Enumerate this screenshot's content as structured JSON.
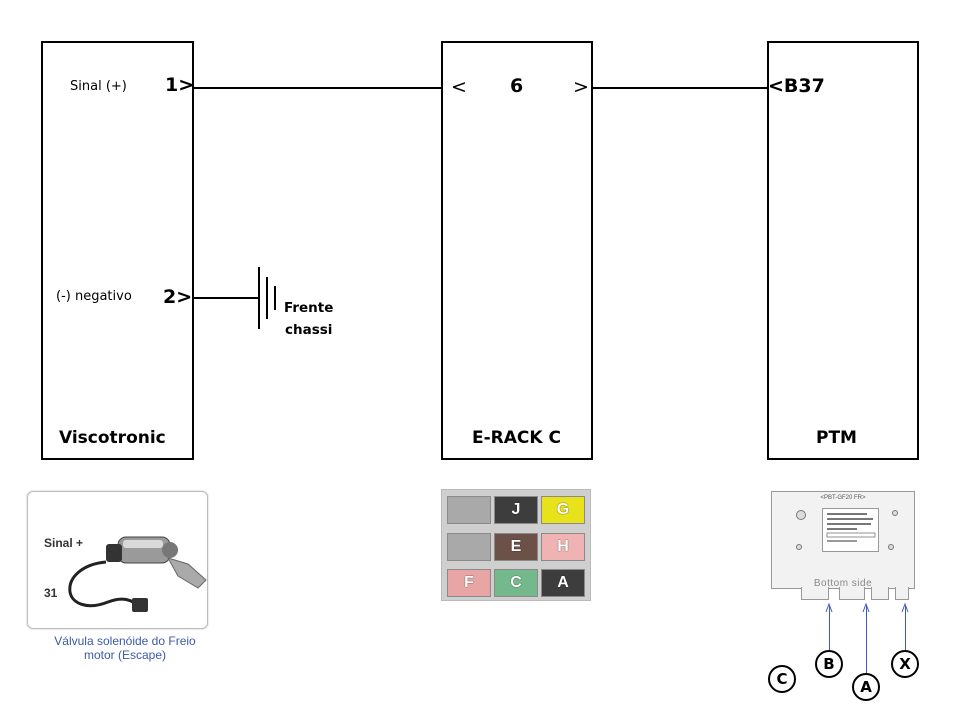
{
  "blocks": {
    "viscotronic": {
      "name": "Viscotronic",
      "pins": [
        {
          "label": "Sinal (+)",
          "pin": "1>"
        },
        {
          "label": "(-) negativo",
          "pin": "2>"
        }
      ]
    },
    "erack": {
      "name": "E-RACK C",
      "pin_left": "<",
      "pin_number": "6",
      "pin_right": ">"
    },
    "ptm": {
      "name": "PTM",
      "pin": "<B37"
    }
  },
  "ground": {
    "label_line1": "Frente",
    "label_line2": "chassi"
  },
  "viscotronic_photo": {
    "label_signal": "Sinal +",
    "label_31": "31",
    "caption": "Válvula solenóide do Freio motor  (Escape)"
  },
  "erack_connectors": [
    {
      "id": "",
      "color": "#a9a9a9"
    },
    {
      "id": "J",
      "color": "#3d3d3d"
    },
    {
      "id": "G",
      "color": "#e8e21a"
    },
    {
      "id": "",
      "color": "#a9a9a9"
    },
    {
      "id": "E",
      "color": "#6b5148"
    },
    {
      "id": "H",
      "color": "#efb3b3"
    },
    {
      "id": "F",
      "color": "#e8a5a5"
    },
    {
      "id": "C",
      "color": "#74b98c"
    },
    {
      "id": "A",
      "color": "#3d3d3d"
    }
  ],
  "ptm_photo": {
    "part_title": "<PBT-GF20 FR>",
    "bottom_text": "Bottom side",
    "connector_pins": [
      "C",
      "B",
      "A",
      "X"
    ]
  }
}
